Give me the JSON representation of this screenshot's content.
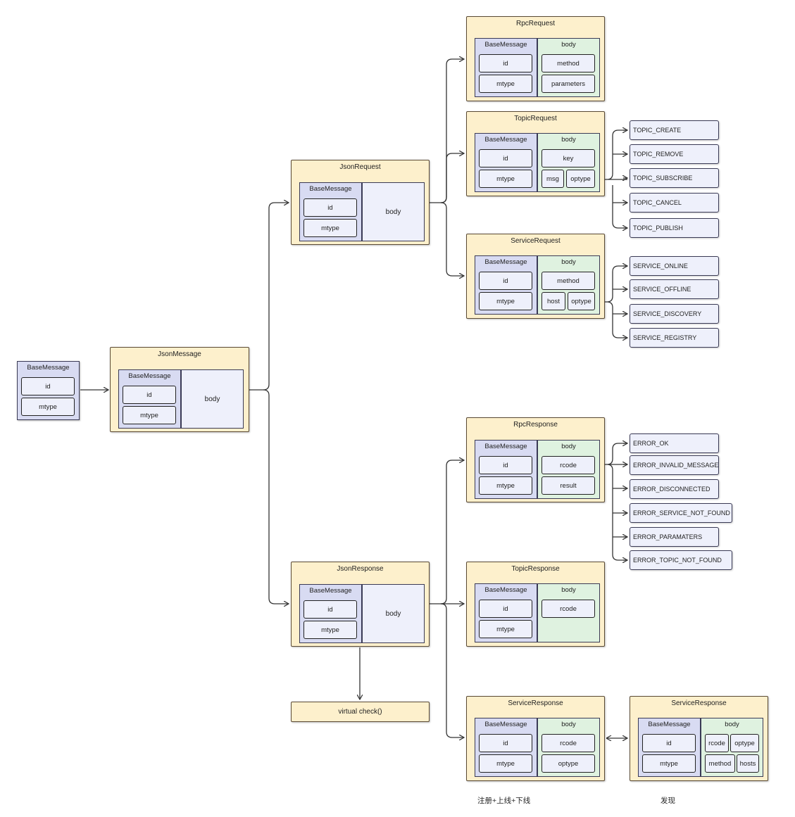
{
  "labels": {
    "base_message": "BaseMessage",
    "id": "id",
    "mtype": "mtype",
    "body": "body"
  },
  "json_message": {
    "title": "JsonMessage"
  },
  "json_request": {
    "title": "JsonRequest"
  },
  "json_response": {
    "title": "JsonResponse"
  },
  "rpc_request": {
    "title": "RpcRequest",
    "fields": [
      "method",
      "parameters"
    ]
  },
  "topic_request": {
    "title": "TopicRequest",
    "fields": [
      "key",
      "msg",
      "optype"
    ]
  },
  "service_request": {
    "title": "ServiceRequest",
    "fields": [
      "method",
      "host",
      "optype"
    ]
  },
  "rpc_response": {
    "title": "RpcResponse",
    "fields": [
      "rcode",
      "result"
    ]
  },
  "topic_response": {
    "title": "TopicResponse",
    "fields": [
      "rcode"
    ]
  },
  "service_response": {
    "title": "ServiceResponse",
    "fields": [
      "rcode",
      "optype"
    ]
  },
  "service_response_discovery": {
    "title": "ServiceResponse",
    "fields": [
      "rcode",
      "optype",
      "method",
      "hosts"
    ]
  },
  "virtual_check": "virtual check()",
  "topic_optypes": [
    "TOPIC_CREATE",
    "TOPIC_REMOVE",
    "TOPIC_SUBSCRIBE",
    "TOPIC_CANCEL",
    "TOPIC_PUBLISH"
  ],
  "service_optypes": [
    "SERVICE_ONLINE",
    "SERVICE_OFFLINE",
    "SERVICE_DISCOVERY",
    "SERVICE_REGISTRY"
  ],
  "rcodes": [
    "ERROR_OK",
    "ERROR_INVALID_MESSAGE",
    "ERROR_DISCONNECTED",
    "ERROR_SERVICE_NOT_FOUND",
    "ERROR_PARAMATERS",
    "ERROR_TOPIC_NOT_FOUND"
  ],
  "captions": {
    "register": "注册+上线+下线",
    "discover": "发现"
  },
  "colors": {
    "outer_fill": "#fdf0cc",
    "base_fill": "#d8dbf2",
    "body_fill": "#dff2e0",
    "field_fill": "#eef0fb"
  }
}
